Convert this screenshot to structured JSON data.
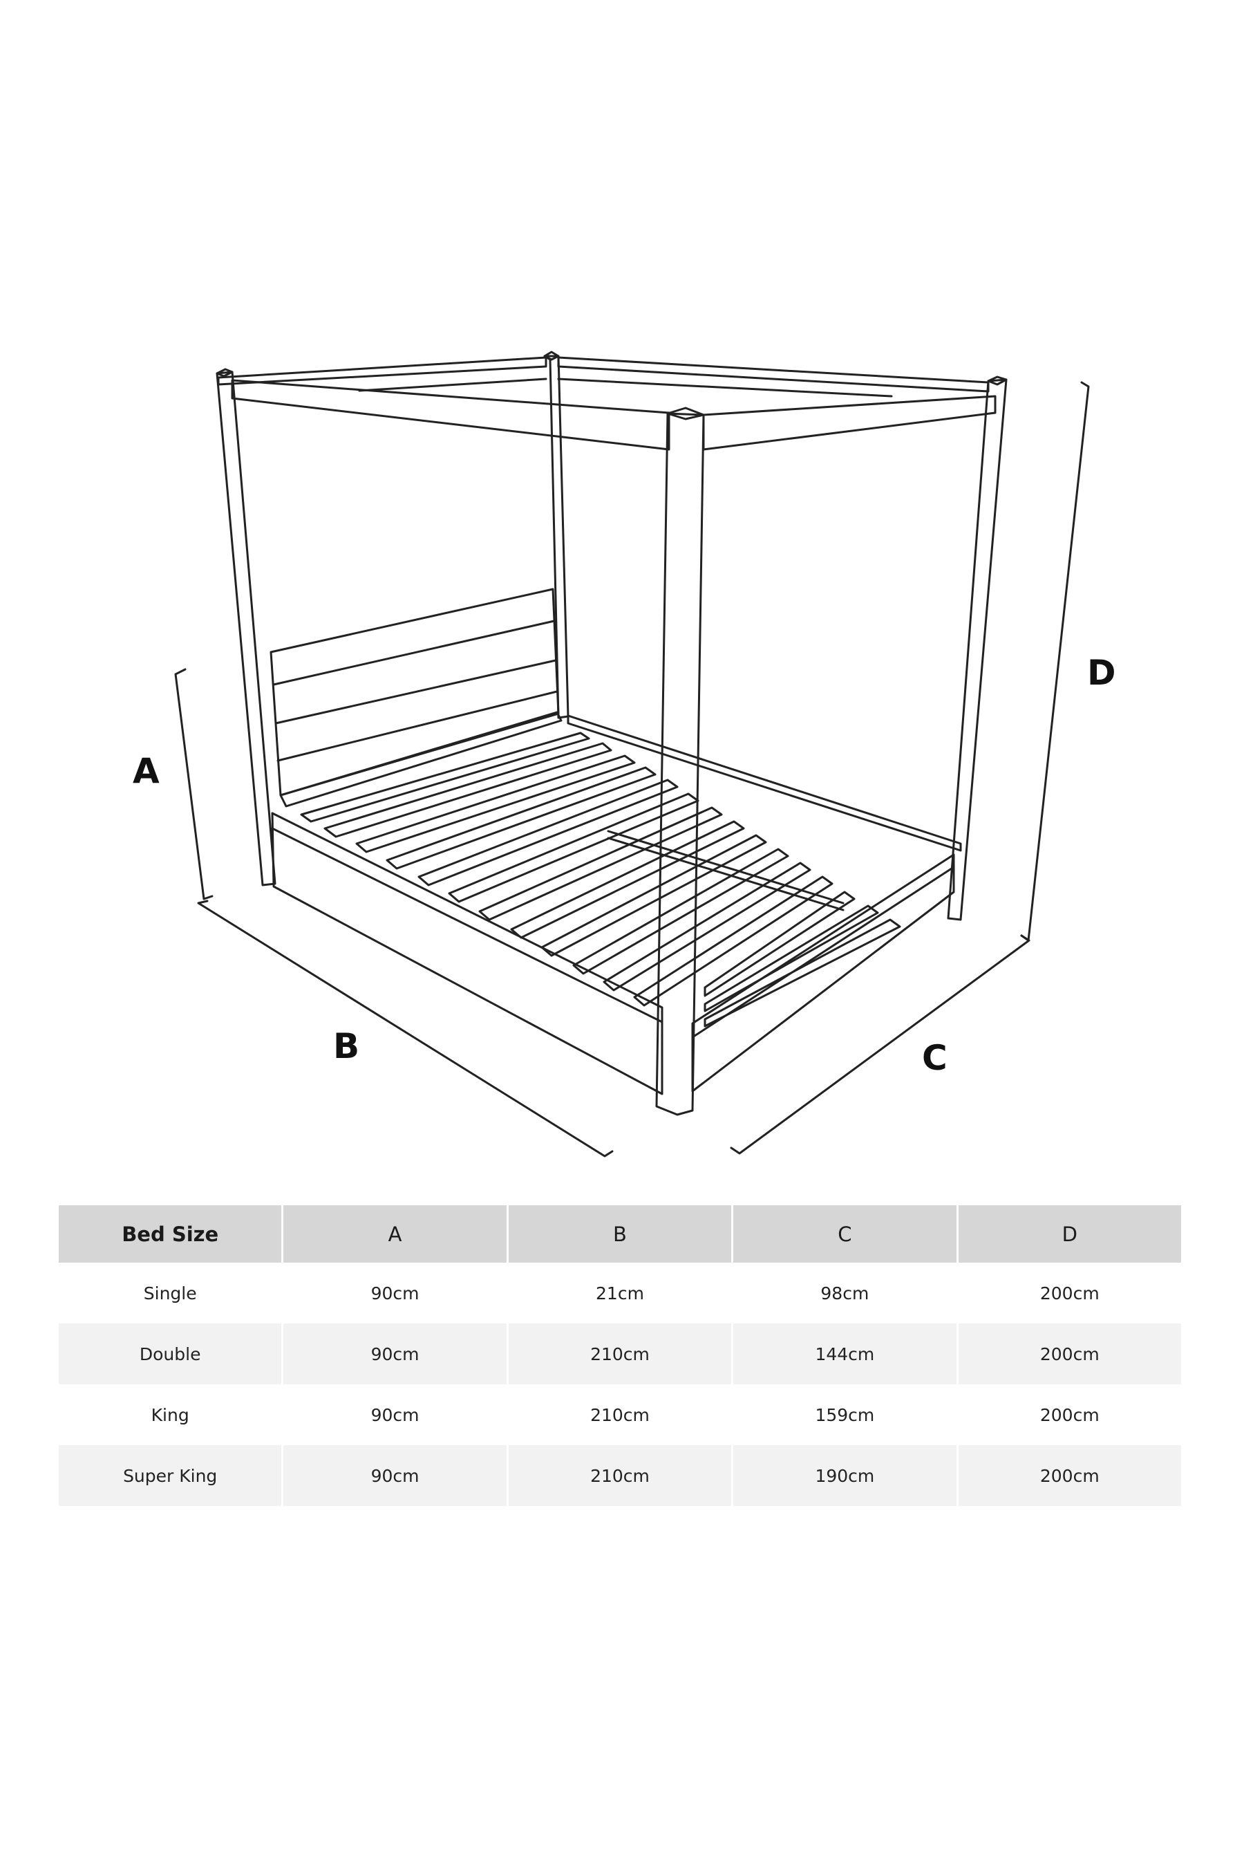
{
  "dimension_labels": {
    "a": "A",
    "b": "B",
    "c": "C",
    "d": "D"
  },
  "table": {
    "headers": [
      "Bed Size",
      "A",
      "B",
      "C",
      "D"
    ],
    "rows": [
      [
        "Single",
        "90cm",
        "21cm",
        "98cm",
        "200cm"
      ],
      [
        "Double",
        "90cm",
        "210cm",
        "144cm",
        "200cm"
      ],
      [
        "King",
        "90cm",
        "210cm",
        "159cm",
        "200cm"
      ],
      [
        "Super King",
        "90cm",
        "210cm",
        "190cm",
        "200cm"
      ]
    ]
  },
  "colors": {
    "line": "#222222",
    "header_bg": "#d6d6d6",
    "alt_row_bg": "#f2f2f2"
  }
}
